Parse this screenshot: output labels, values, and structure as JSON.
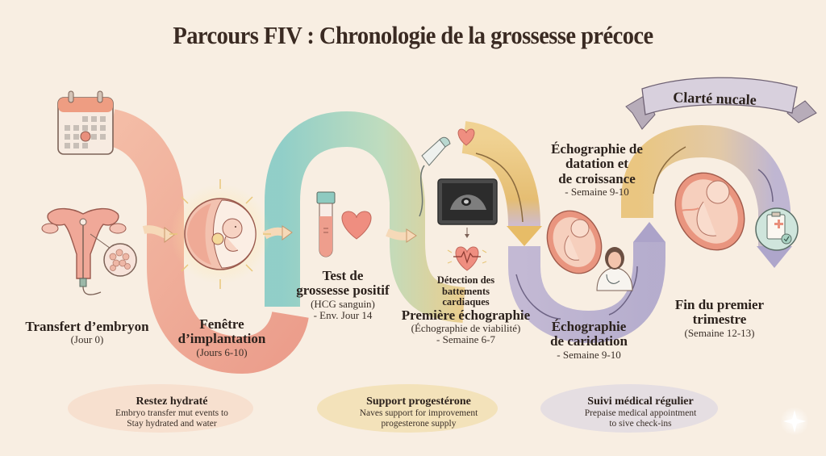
{
  "title": "Parcours FIV : Chronologie de la grossesse précoce",
  "banner": "Clarté nucale",
  "colors": {
    "background": "#f8eee2",
    "path_coral": "#ef9e88",
    "path_teal": "#8ecfc6",
    "path_gold": "#e8c47a",
    "path_lavender": "#b8b0cf",
    "tip_coral": "#f6dccb",
    "tip_gold": "#f1dfb0",
    "tip_lavender": "#e2dbe2"
  },
  "icons": [
    "calendar-icon",
    "uterus-icon",
    "embryo-cell-icon",
    "implantation-embryo-icon",
    "blood-test-tube-icon",
    "heart-icon",
    "ultrasound-probe-icon",
    "ultrasound-screen-icon",
    "heartbeat-icon",
    "fetus-icon",
    "doctor-icon",
    "clipboard-check-icon",
    "sparkle-icon"
  ],
  "milestones": [
    {
      "title": "Transfert d’embryon",
      "detail": "(Jour 0)"
    },
    {
      "title_line1": "Fenêtre",
      "title_line2": "d’implantation",
      "detail": "(Jours 6-10)"
    },
    {
      "title_line1": "Test de",
      "title_line2": "grossesse positif",
      "detail1": "(HCG sanguin)",
      "detail2": "- Env. Jour 14"
    },
    {
      "pre_line1": "Détection des",
      "pre_line2": "battements",
      "pre_line3": "cardiaques",
      "title": "Première échographie",
      "detail1": "(Échographie de viabilité)",
      "detail2": "- Semaine 6-7"
    },
    {
      "title_line1": "Échographie de",
      "title_line2": "datation et",
      "title_line3": "de croissance",
      "detail": "- Semaine 9-10"
    },
    {
      "title_line1": "Échographie",
      "title_line2": "de caridation",
      "detail": "- Semaine 9-10"
    },
    {
      "title_line1": "Fin du premier",
      "title_line2": "trimestre",
      "detail": "(Semaine 12-13)"
    }
  ],
  "tips": [
    {
      "title": "Restez hydraté",
      "line1": "Embryo transfer mut events to",
      "line2": "Stay hydrated and water"
    },
    {
      "title": "Support progestérone",
      "line1": "Naves support for improvement",
      "line2": "progesterone supply"
    },
    {
      "title": "Suivi médical régulier",
      "line1": "Prepaise medical appointment",
      "line2": "to sive check-ins"
    }
  ]
}
